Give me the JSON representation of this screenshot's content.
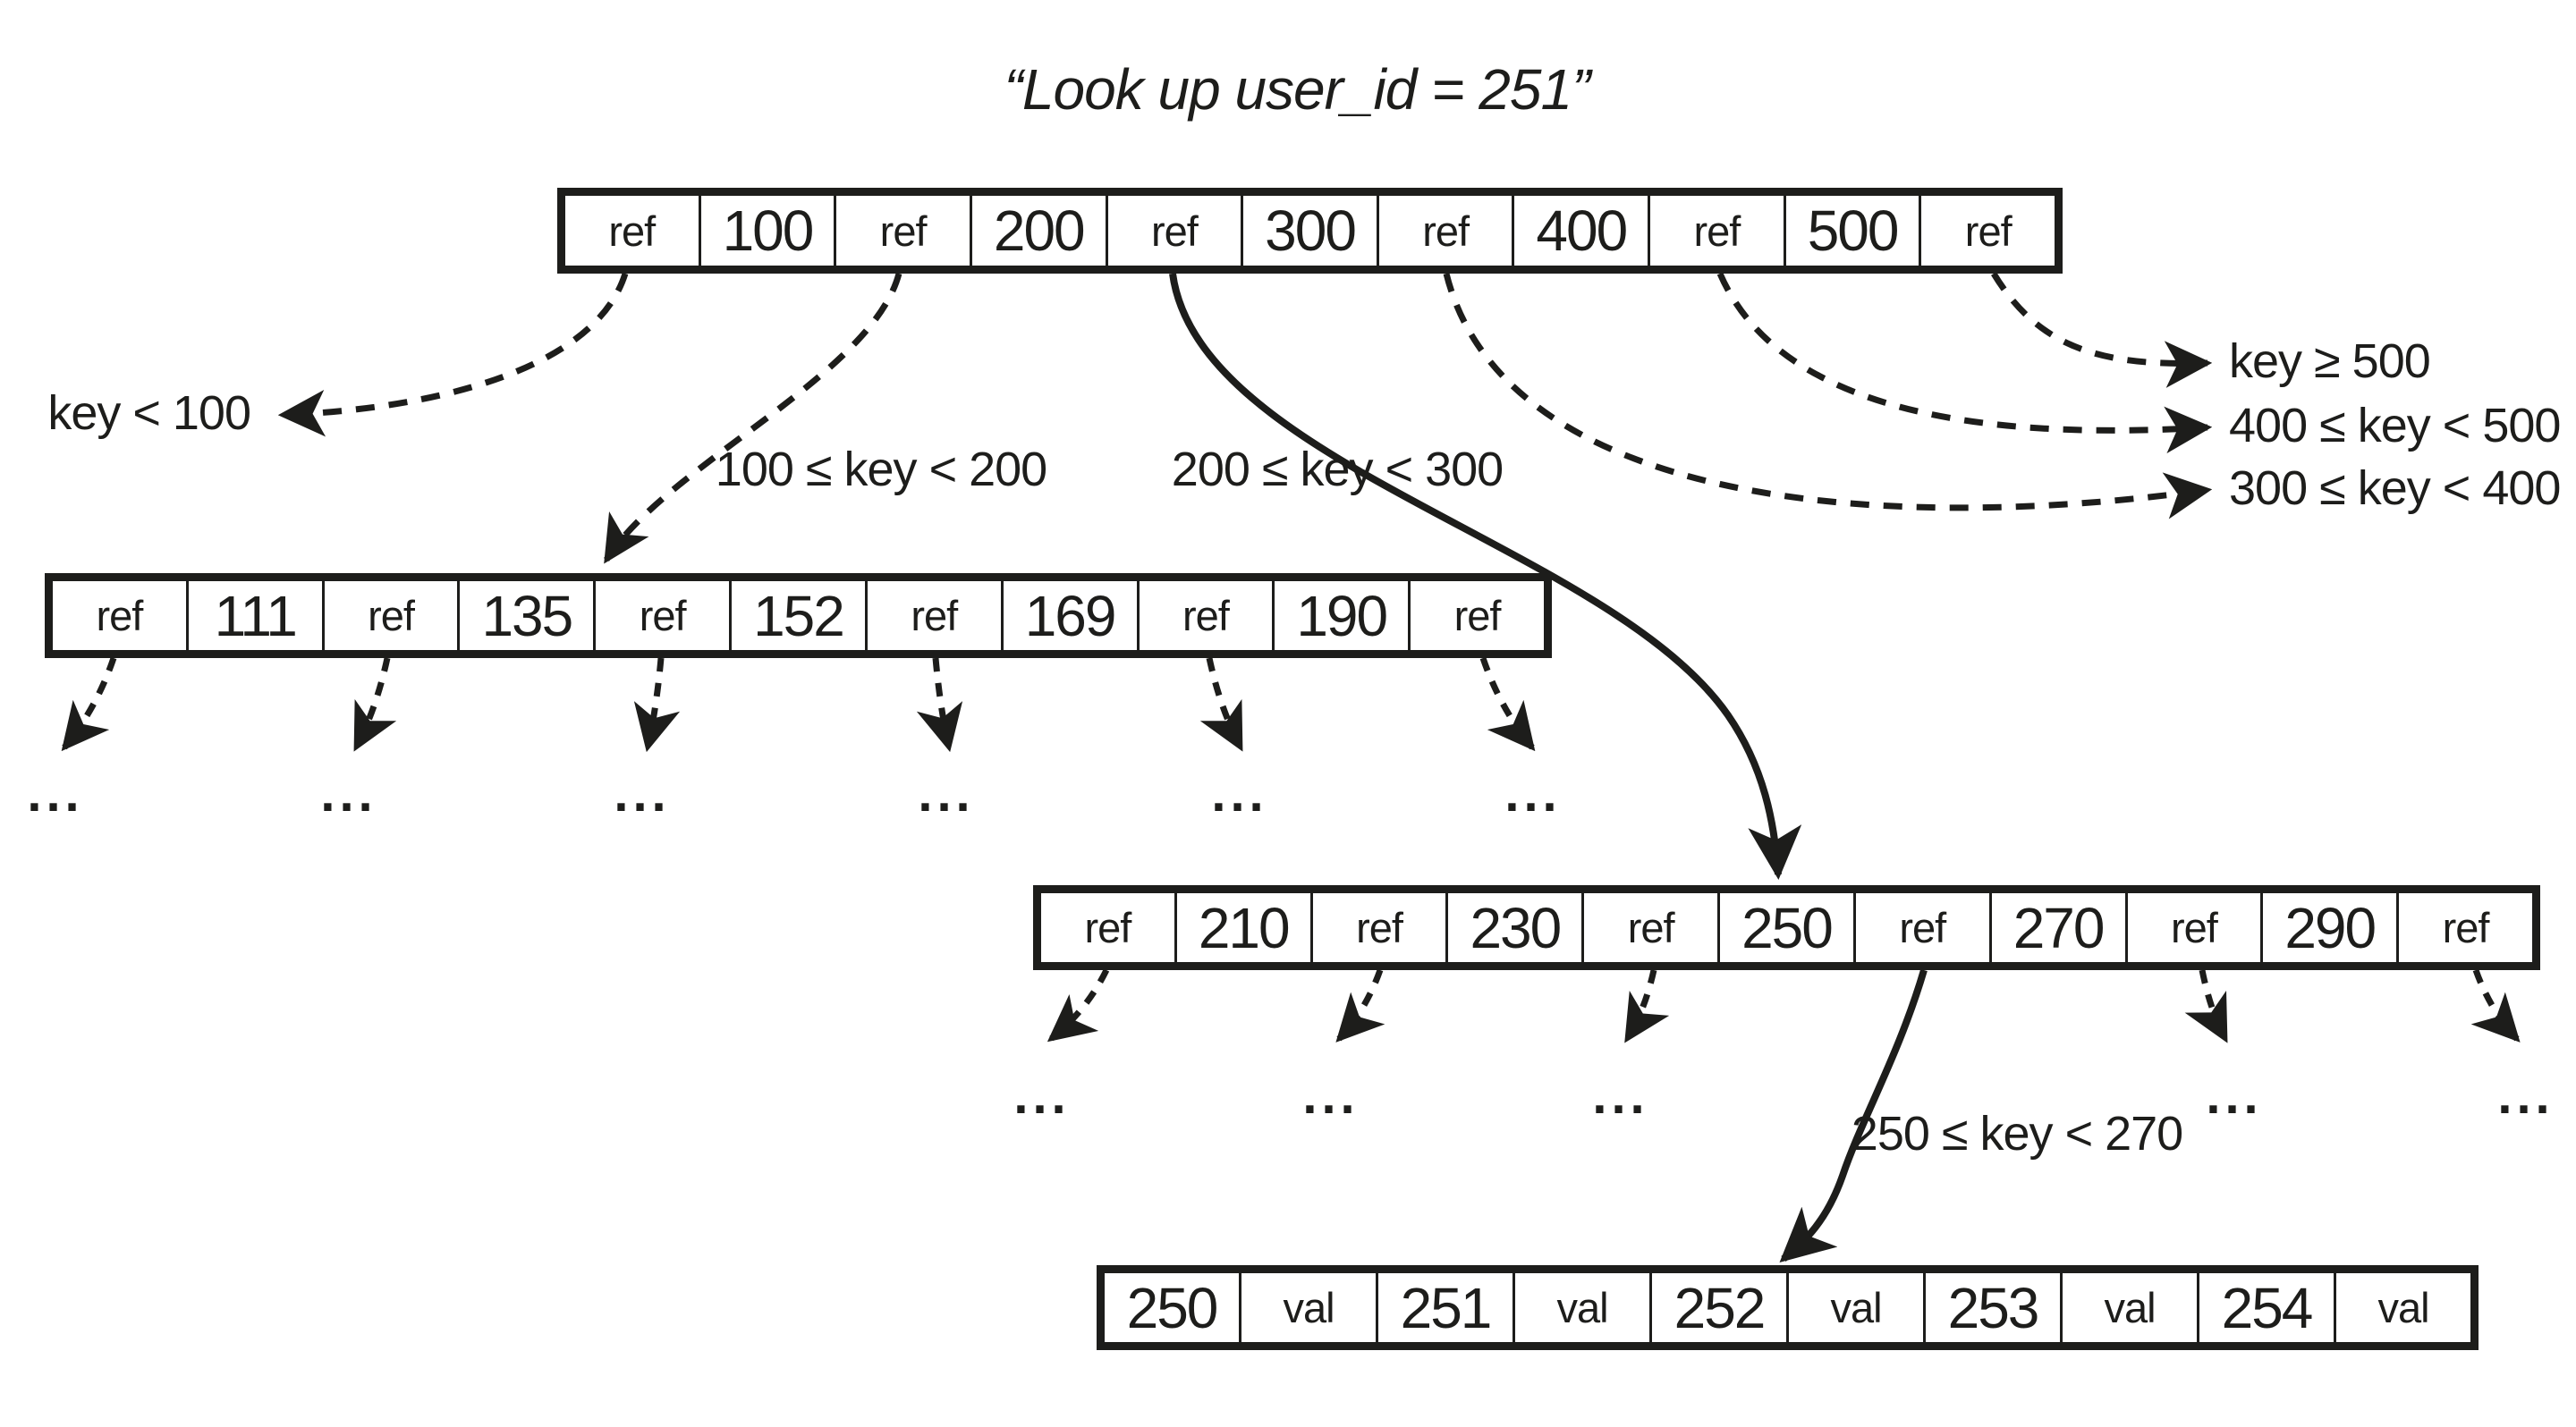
{
  "title": "“Look up user_id = 251”",
  "nodes": {
    "root": {
      "cells": [
        "ref",
        "100",
        "ref",
        "200",
        "ref",
        "300",
        "ref",
        "400",
        "ref",
        "500",
        "ref"
      ]
    },
    "branch_100s": {
      "cells": [
        "ref",
        "111",
        "ref",
        "135",
        "ref",
        "152",
        "ref",
        "169",
        "ref",
        "190",
        "ref"
      ]
    },
    "branch_200s": {
      "cells": [
        "ref",
        "210",
        "ref",
        "230",
        "ref",
        "250",
        "ref",
        "270",
        "ref",
        "290",
        "ref"
      ]
    },
    "leaf_250s": {
      "cells": [
        "250",
        "val",
        "251",
        "val",
        "252",
        "val",
        "253",
        "val",
        "254",
        "val"
      ]
    }
  },
  "labels": {
    "key_lt_100": "key < 100",
    "key_100_200": "100 ≤ key < 200",
    "key_200_300": "200 ≤ key < 300",
    "key_ge_500": "key ≥ 500",
    "key_400_500": "400 ≤ key < 500",
    "key_300_400": "300 ≤ key < 400",
    "key_250_270": "250 ≤ key < 270"
  },
  "misc": {
    "ellipsis": "..."
  },
  "colors": {
    "ink": "#1d1d1b",
    "background": "#ffffff"
  }
}
